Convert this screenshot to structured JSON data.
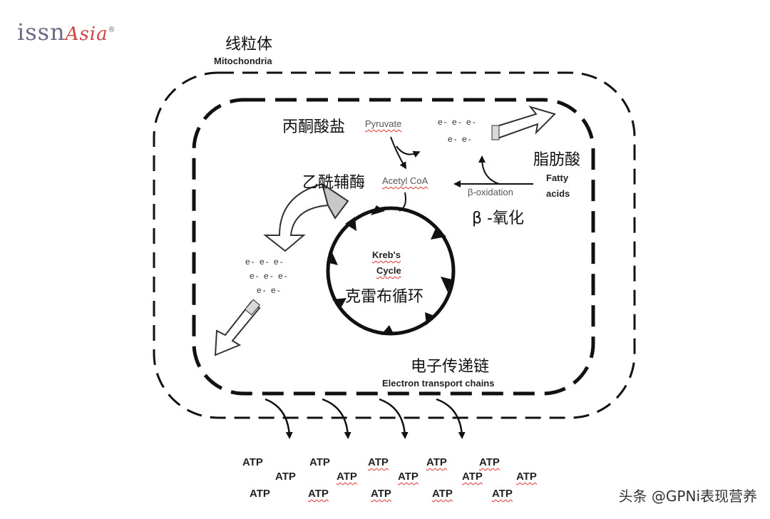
{
  "logo": {
    "brand_main": "issn",
    "brand_accent": "Asia",
    "mark": "®"
  },
  "mitochondria": {
    "zh": "线粒体",
    "en": "Mitochondria"
  },
  "pyruvate": {
    "zh": "丙酮酸盐",
    "en": "Pyruvate"
  },
  "acetyl_coa": {
    "zh": "乙酰辅酶",
    "en": "Acetyl CoA"
  },
  "fatty_acids": {
    "zh": "脂肪酸",
    "en_line1": "Fatty",
    "en_line2": "acids"
  },
  "beta_oxidation": {
    "en": "β-oxidation",
    "zh": "β -氧化"
  },
  "krebs": {
    "en_line1": "Kreb's",
    "en_line2": "Cycle",
    "zh": "克雷布循环"
  },
  "electron_transport": {
    "zh": "电子传递链",
    "en": "Electron transport chains"
  },
  "electrons": {
    "top_row1": [
      "e-",
      "e-",
      "e-"
    ],
    "top_row2": [
      "e-",
      "e-"
    ],
    "left_row1": [
      "e-",
      "e-",
      "e-"
    ],
    "left_row2": [
      "e-",
      "e-",
      "e-"
    ],
    "left_row3": [
      "e-",
      "e-"
    ]
  },
  "atp_label": "ATP",
  "watermark": "头条 @GPNi表现营养",
  "colors": {
    "logo_grey": "#6c6a86",
    "logo_red": "#d14343",
    "arrow_fill": "#c8c8c8",
    "line": "#111111"
  }
}
